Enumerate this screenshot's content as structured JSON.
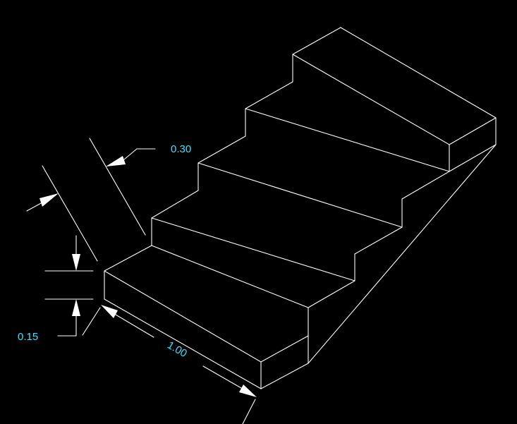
{
  "drawing": {
    "background_color": "#000000",
    "line_color": "#ffffff",
    "dimension_text_color": "#3ee0ff",
    "step_count": 5,
    "dimensions": {
      "tread_depth": "0.30",
      "riser_height": "0.15",
      "stair_width": "1.00"
    }
  }
}
